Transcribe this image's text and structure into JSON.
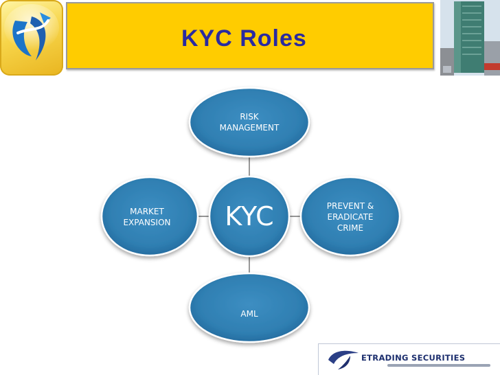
{
  "slide": {
    "title": "KYC Roles"
  },
  "diagram": {
    "center": {
      "label": "KYC"
    },
    "nodes": {
      "top": {
        "lines": [
          "RISK",
          "MANAGEMENT"
        ]
      },
      "right": {
        "lines": [
          "PREVENT &",
          "ERADICATE",
          "CRIME"
        ]
      },
      "bottom": {
        "lines": [
          "AML"
        ]
      },
      "left": {
        "lines": [
          "MARKET",
          "EXPANSION"
        ]
      }
    }
  },
  "footer": {
    "brand": "ETRADING SECURITIES"
  },
  "colors": {
    "title_band": "#ffcc00",
    "title_text": "#2a2aa0",
    "node_fill": "#2f7fb2",
    "node_outline": "#ffffff",
    "connector": "#555555"
  },
  "icons": {
    "logo": "company-logo-icon",
    "building": "office-building-image",
    "footer_logo": "etrading-logo-icon"
  }
}
